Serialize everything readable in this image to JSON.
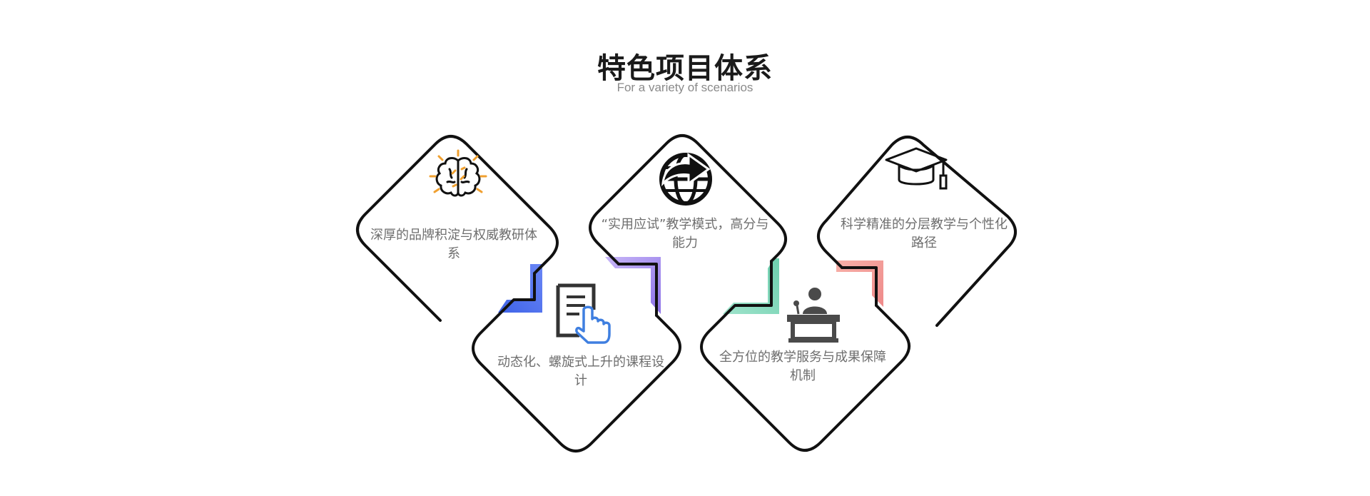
{
  "title": "特色项目体系",
  "subtitle": "For a variety of scenarios",
  "cards": [
    {
      "text": "深厚的品牌积淀与权威教研体系",
      "icon": "brain-icon",
      "accent": "#4a6cf0"
    },
    {
      "text": "动态化、螺旋式上升的课程设计",
      "icon": "document-click-icon",
      "accent": "#9a82ee"
    },
    {
      "text": "“实用应试”教学模式，高分与能力",
      "icon": "globe-arrow-icon",
      "accent": "#7bd3b4"
    },
    {
      "text": "全方位的教学服务与成果保障机制",
      "icon": "lecturer-podium-icon",
      "accent": "#f29a9a"
    },
    {
      "text": "科学精准的分层教学与个性化路径",
      "icon": "graduation-cap-icon",
      "accent": "#f29a9a"
    }
  ],
  "colors": {
    "outline": "#111111",
    "brain": "#f0a030",
    "hand": "#3f7fe0",
    "text": "#6e6e6e"
  }
}
